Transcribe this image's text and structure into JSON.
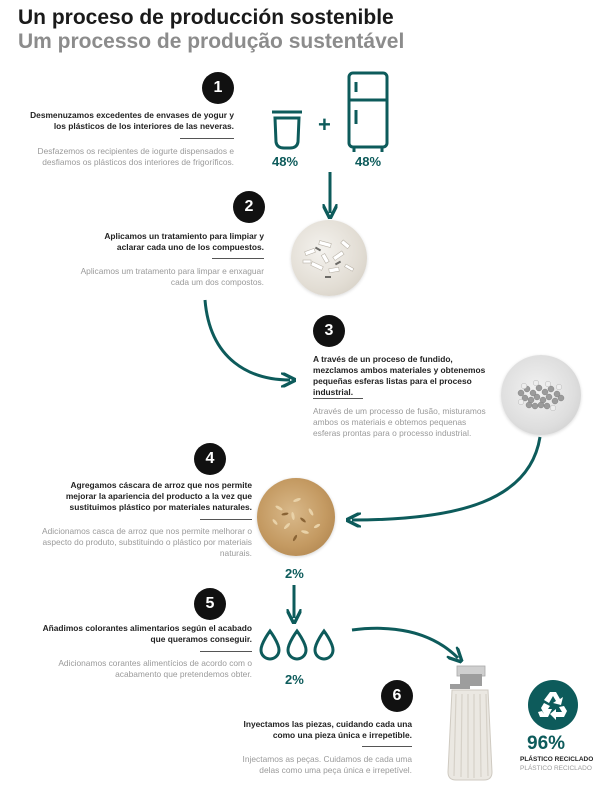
{
  "title": {
    "es": "Un proceso de producción sostenible",
    "pt": "Um processo de produção sustentável"
  },
  "steps": [
    {
      "number": "1",
      "es": "Desmenuzamos excedentes de envases de yogur y los plásticos de los interiores de las neveras.",
      "pt": "Desfazemos os recipientes de iogurte dispensados e desfiamos os plásticos dos interiores de frigoríficos.",
      "percent_left": "48%",
      "percent_right": "48%",
      "plus": "+"
    },
    {
      "number": "2",
      "es": "Aplicamos un tratamiento para limpiar y aclarar cada uno de los compuestos.",
      "pt": "Aplicamos um tratamento para limpar e enxaguar cada um dos compostos."
    },
    {
      "number": "3",
      "es": "A través de un proceso de fundido, mezclamos ambos materiales y obtenemos pequeñas esferas listas para el proceso industrial.",
      "pt": "Através de um processo de fusão, misturamos ambos os materiais e obtemos pequenas esferas prontas para o processo industrial."
    },
    {
      "number": "4",
      "es": "Agregamos cáscara de arroz que nos permite mejorar la apariencia del producto a la vez que sustituimos plástico por materiales naturales.",
      "pt": "Adicionamos casca de arroz que nos permite melhorar o aspecto do produto, substituindo o plástico por materiais naturais.",
      "percent": "2%"
    },
    {
      "number": "5",
      "es": "Añadimos colorantes alimentarios según el acabado que queramos conseguir.",
      "pt": "Adicionamos corantes alimentícios de acordo com o acabamento que pretendemos obter.",
      "percent": "2%"
    },
    {
      "number": "6",
      "es": "Inyectamos las piezas, cuidando cada una como una pieza única e irrepetible.",
      "pt": "Injectamos as peças. Cuidamos de cada uma delas como uma peça única e irrepetível."
    }
  ],
  "badge": {
    "percent": "96%",
    "es": "PLÁSTICO RECICLADO",
    "pt": "PLÁSTICO RECICLADO",
    "icon": "recycle-icon"
  },
  "colors": {
    "accent": "#0d5b5b",
    "text": "#222222",
    "muted": "#9a9a9a"
  }
}
